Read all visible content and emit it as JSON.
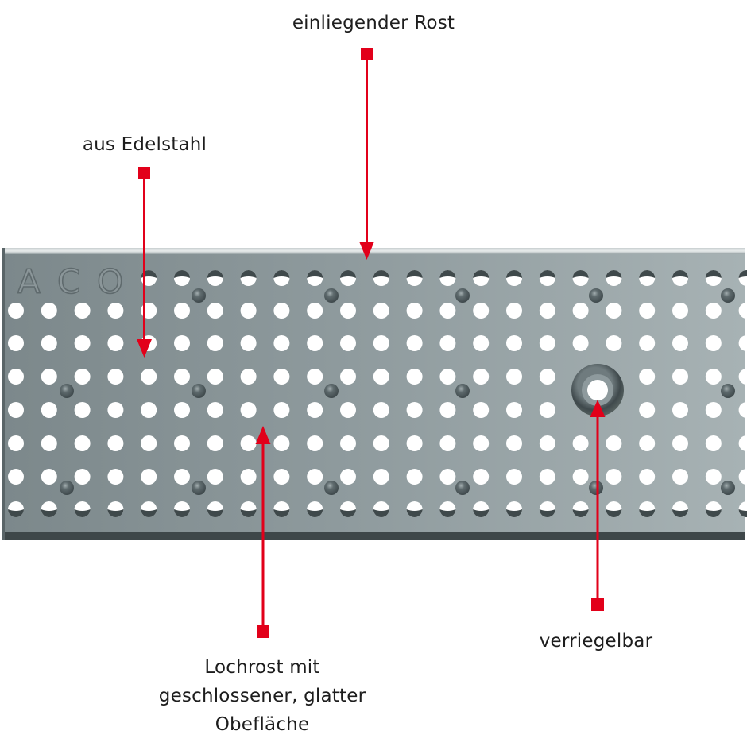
{
  "figure": {
    "subject": "Stainless steel perforated grating (Lochrost) with callout annotations",
    "logo_text": [
      "A",
      "C",
      "O"
    ],
    "annotation_color": "#e2001a",
    "grating_color": "#8f9a9c"
  },
  "annotations": [
    {
      "id": "einliegender-rost",
      "label": "einliegender Rost"
    },
    {
      "id": "aus-edelstahl",
      "label": "aus Edelstahl"
    },
    {
      "id": "lochrost",
      "label": "Lochrost mit\ngeschlossener, glatter\nObefläche"
    },
    {
      "id": "verriegelbar",
      "label": "verriegelbar"
    }
  ]
}
